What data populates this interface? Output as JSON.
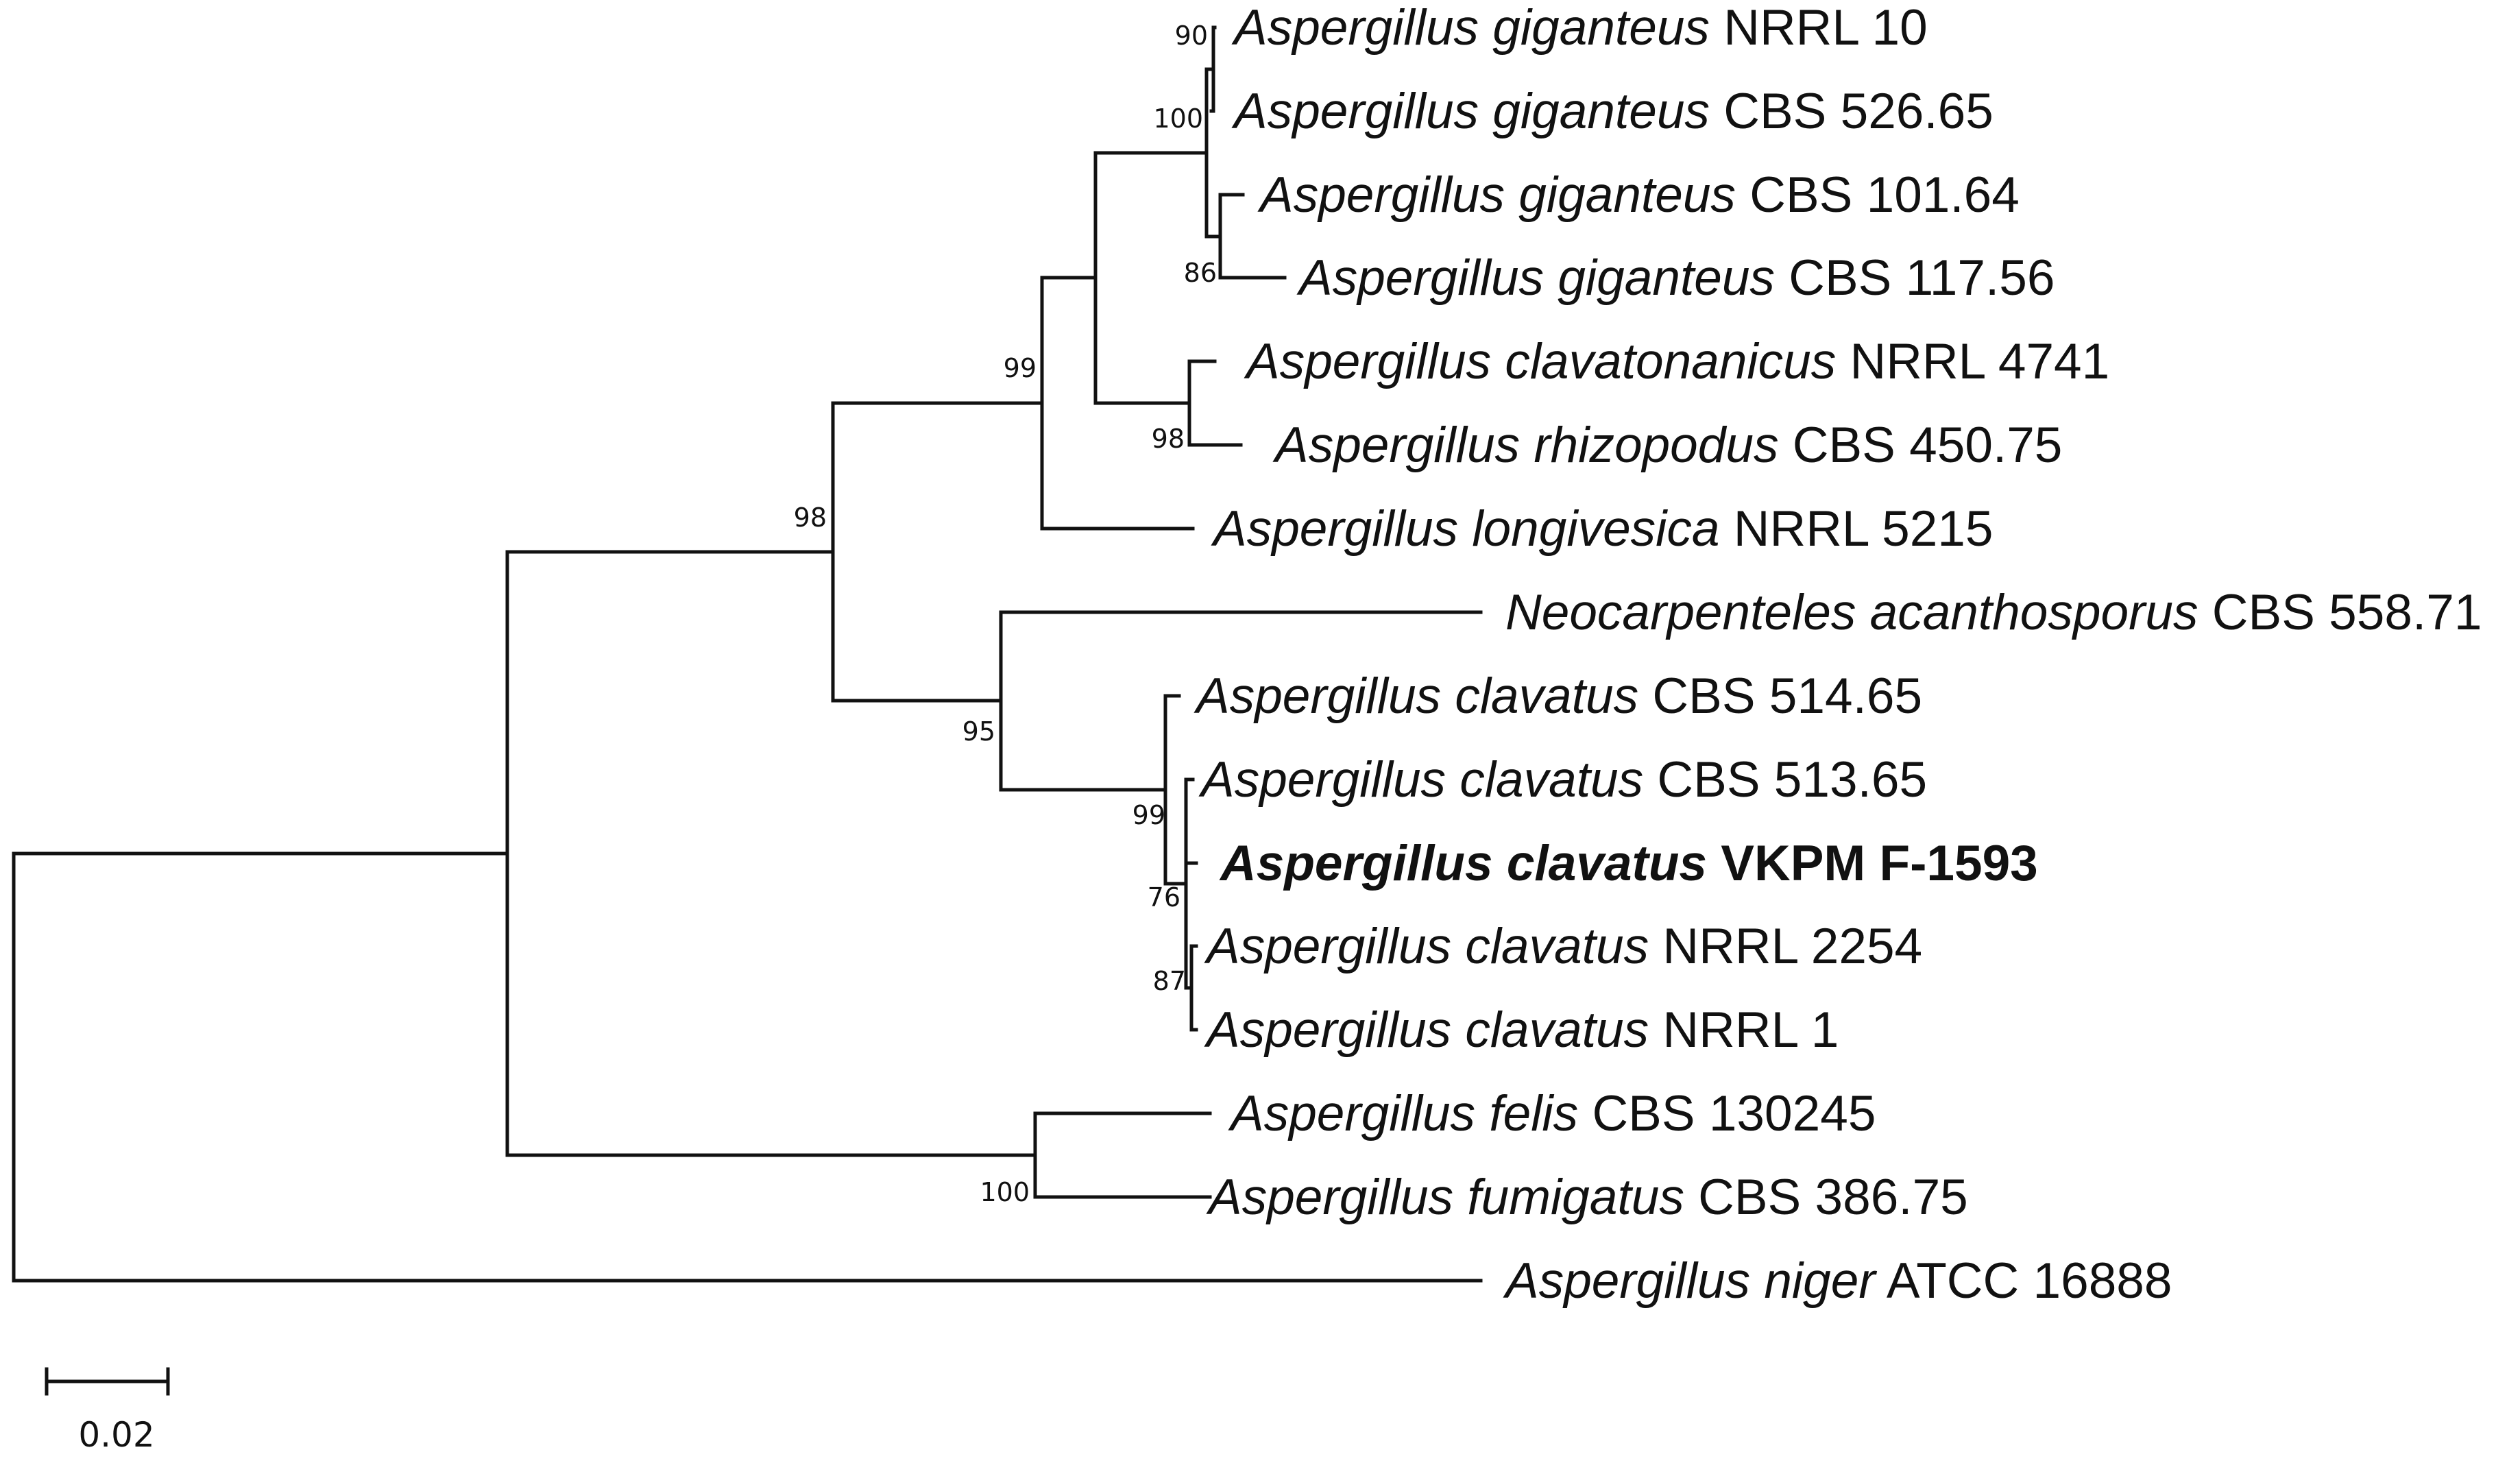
{
  "tree": {
    "leaves": [
      {
        "id": "t1",
        "genus": "Aspergillus giganteus",
        "strain": "NRRL 10",
        "bold": false
      },
      {
        "id": "t2",
        "genus": "Aspergillus giganteus",
        "strain": "CBS 526.65",
        "bold": false
      },
      {
        "id": "t3",
        "genus": "Aspergillus giganteus",
        "strain": "CBS 101.64",
        "bold": false
      },
      {
        "id": "t4",
        "genus": "Aspergillus giganteus",
        "strain": "CBS 117.56",
        "bold": false
      },
      {
        "id": "t5",
        "genus": "Aspergillus clavatonanicus",
        "strain": "NRRL 4741",
        "bold": false
      },
      {
        "id": "t6",
        "genus": "Aspergillus rhizopodus",
        "strain": "CBS 450.75",
        "bold": false
      },
      {
        "id": "t7",
        "genus": "Aspergillus longivesica",
        "strain": "NRRL 5215",
        "bold": false
      },
      {
        "id": "t8",
        "genus": "Neocarpenteles acanthosporus",
        "strain": "CBS 558.71",
        "bold": false
      },
      {
        "id": "t9",
        "genus": "Aspergillus clavatus",
        "strain": "CBS 514.65",
        "bold": false
      },
      {
        "id": "t10",
        "genus": "Aspergillus clavatus",
        "strain": "CBS 513.65",
        "bold": false
      },
      {
        "id": "t11",
        "genus": "Aspergillus clavatus",
        "strain": "VKPM F-1593",
        "bold": true
      },
      {
        "id": "t12",
        "genus": "Aspergillus clavatus",
        "strain": "NRRL 2254",
        "bold": false
      },
      {
        "id": "t13",
        "genus": "Aspergillus clavatus",
        "strain": "NRRL 1",
        "bold": false
      },
      {
        "id": "t14",
        "genus": "Aspergillus felis",
        "strain": "CBS 130245",
        "bold": false
      },
      {
        "id": "t15",
        "genus": "Aspergillus fumigatus",
        "strain": "CBS 386.75",
        "bold": false
      },
      {
        "id": "t16",
        "genus": "Aspergillus niger",
        "strain": "ATCC 16888",
        "bold": false
      }
    ],
    "support_values": [
      {
        "node": "n_giganteus_pair",
        "value": "90"
      },
      {
        "node": "n_giganteus_all",
        "value": "100"
      },
      {
        "node": "n_giganteus_pair2",
        "value": "86"
      },
      {
        "node": "n_upper",
        "value": "99"
      },
      {
        "node": "n_clavatonanicus",
        "value": "98"
      },
      {
        "node": "n_clavati",
        "value": "98"
      },
      {
        "node": "n_neocarp",
        "value": "95"
      },
      {
        "node": "n_clavatus",
        "value": "99"
      },
      {
        "node": "n_clavatus_sub",
        "value": "76"
      },
      {
        "node": "n_clavatus_sub2",
        "value": "87"
      },
      {
        "node": "n_fumigati",
        "value": "100"
      }
    ],
    "scale_bar": {
      "label": "0.02"
    }
  }
}
